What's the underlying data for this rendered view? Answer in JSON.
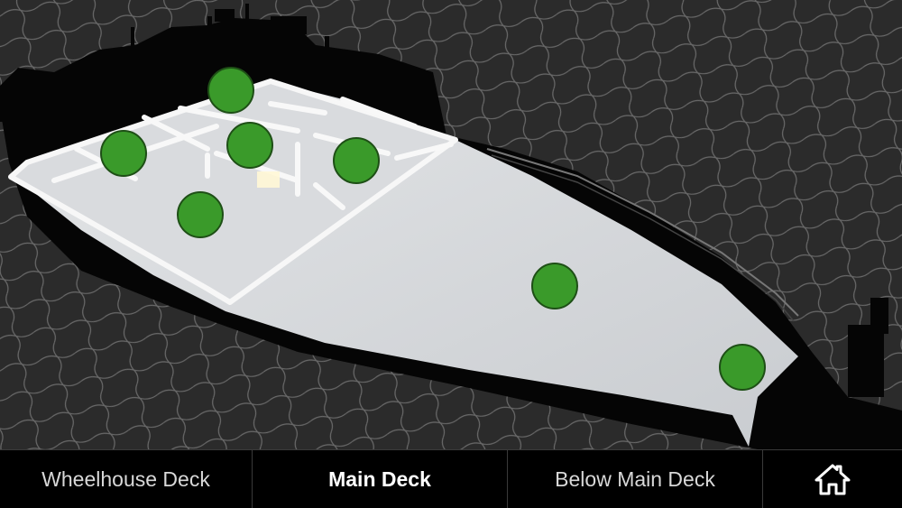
{
  "nav": {
    "tabs": [
      {
        "label": "Wheelhouse Deck",
        "active": false
      },
      {
        "label": "Main Deck",
        "active": true
      },
      {
        "label": "Below Main Deck",
        "active": false
      }
    ],
    "home_icon": "home-icon"
  },
  "colors": {
    "hotspot_fill": "#3a9a2a",
    "hotspot_border": "#1e4f16",
    "water": "#2b2b2b",
    "hull": "#050505",
    "deck": "#d7dadd",
    "nav_background": "#000000"
  },
  "hotspots": [
    {
      "id": "hotspot-1"
    },
    {
      "id": "hotspot-2"
    },
    {
      "id": "hotspot-3"
    },
    {
      "id": "hotspot-4"
    },
    {
      "id": "hotspot-5"
    },
    {
      "id": "hotspot-6"
    },
    {
      "id": "hotspot-7"
    }
  ]
}
